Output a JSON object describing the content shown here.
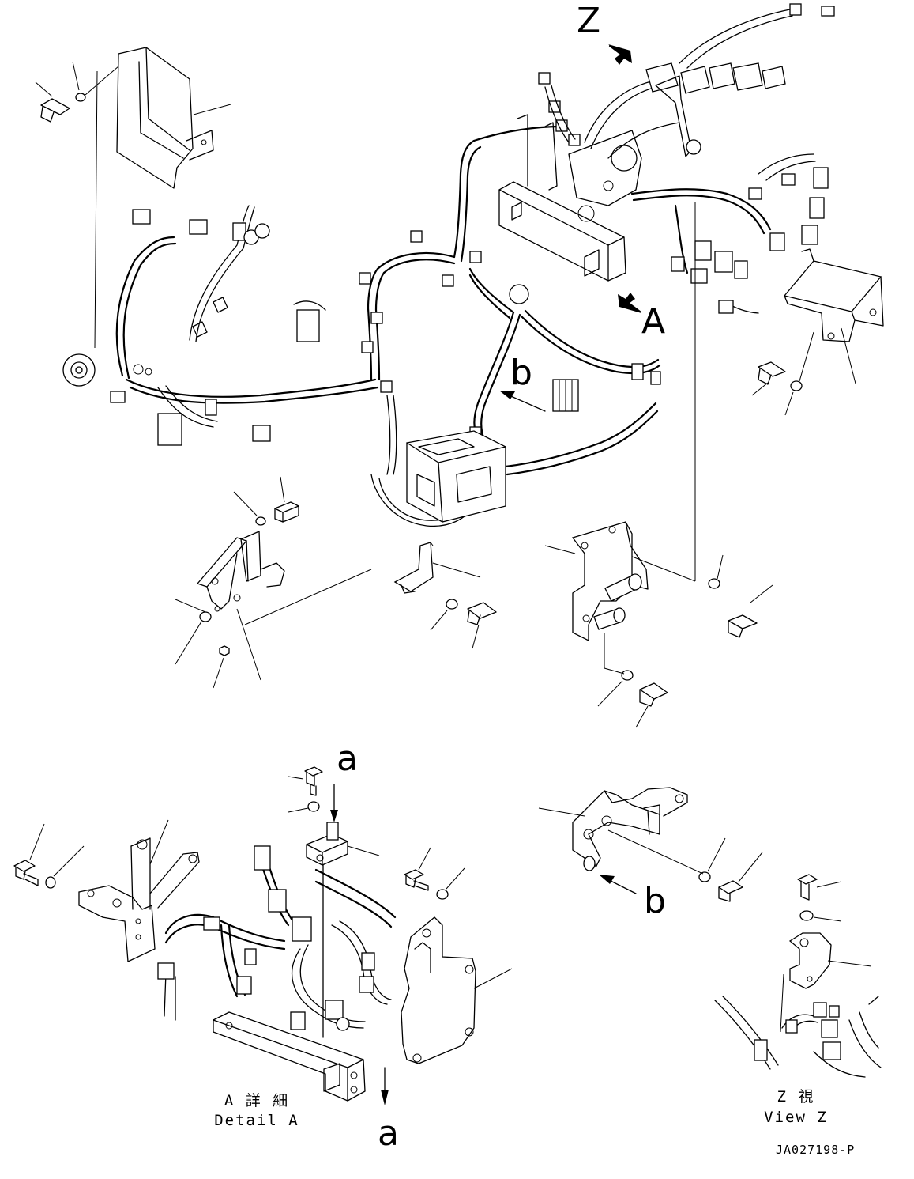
{
  "labels": {
    "view_z_arrow": "Z",
    "view_a_arrow": "A",
    "detail_b_arrow_top": "b",
    "detail_b_arrow_bottom": "b",
    "detail_a_arrow_top": "a",
    "detail_a_arrow_bottom": "a"
  },
  "captions": {
    "detail_a_jp": "A 詳 細",
    "detail_a_en": "Detail A",
    "view_z_jp": "Z 視",
    "view_z_en": "View Z"
  },
  "drawing_code": "JA027198-P"
}
